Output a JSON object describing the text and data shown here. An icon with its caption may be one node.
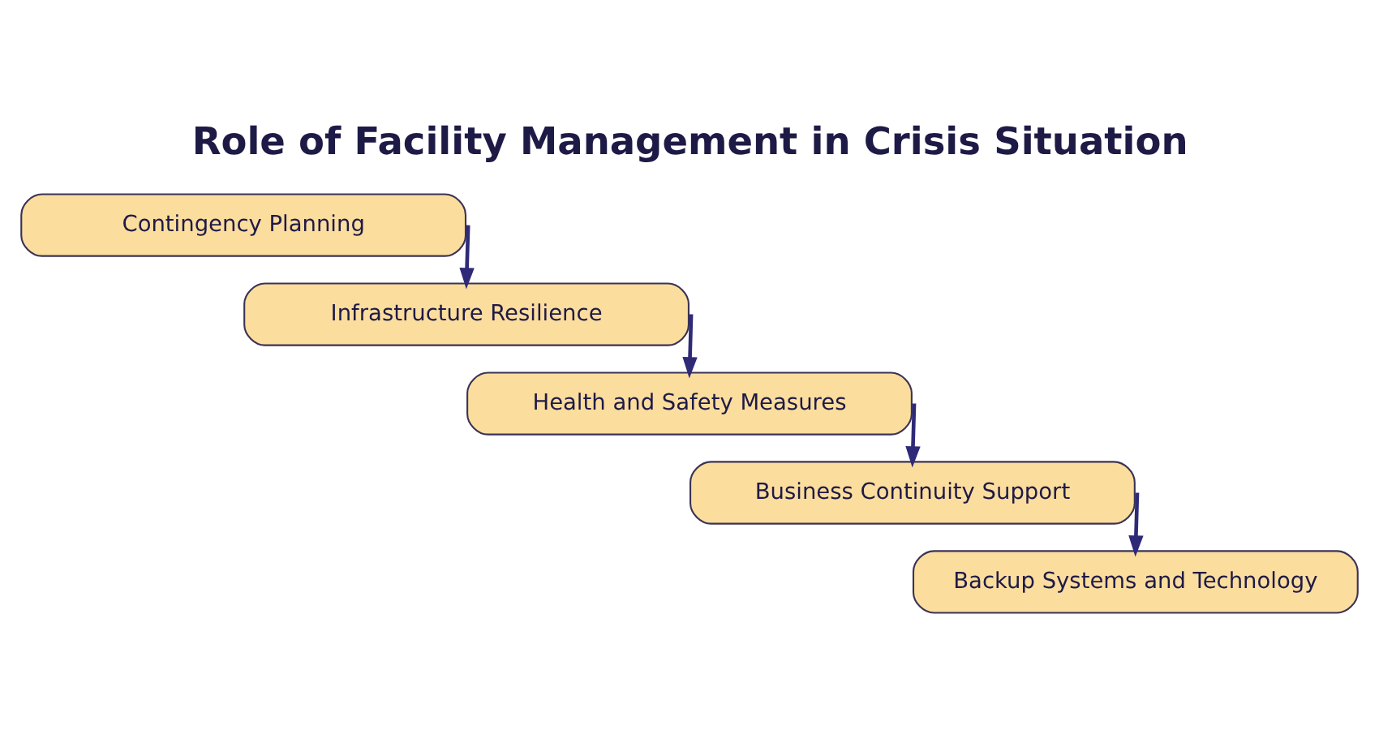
{
  "diagram": {
    "title": "Role of Facility Management in Crisis Situation",
    "nodes": [
      {
        "text": [
          "Contingency Planning"
        ]
      },
      {
        "text": [
          "Infrastructure Resilience"
        ]
      },
      {
        "text": [
          "Health and Safety Measures"
        ]
      },
      {
        "text": [
          "Business Continuity Support"
        ]
      },
      {
        "text": [
          "Backup Systems and Technology"
        ]
      }
    ],
    "edges": [
      {
        "from": 0,
        "to": 1,
        "arrow": "to"
      },
      {
        "from": 1,
        "to": 2,
        "arrow": "to"
      },
      {
        "from": 2,
        "to": 3,
        "arrow": "to"
      },
      {
        "from": 3,
        "to": 4,
        "arrow": "to"
      }
    ]
  }
}
